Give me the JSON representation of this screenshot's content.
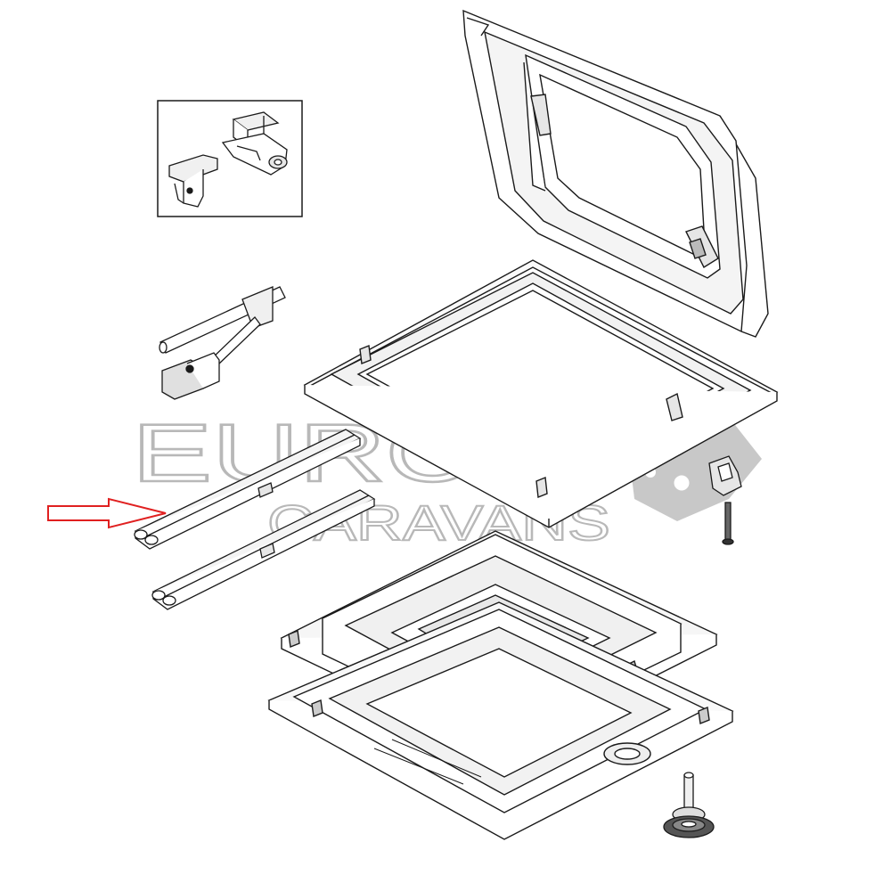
{
  "watermark": {
    "brand_line1": "EUROPA",
    "brand_line2": "CARAVANS",
    "color": "#b8b8b8"
  },
  "diagram": {
    "line_color": "#1a1a1a",
    "part_fill": "#ffffff",
    "shade_fill": "#e6e6e6",
    "pointer_arrow_color": "#e02020",
    "highlighted_part": "blind-rail-pair"
  }
}
